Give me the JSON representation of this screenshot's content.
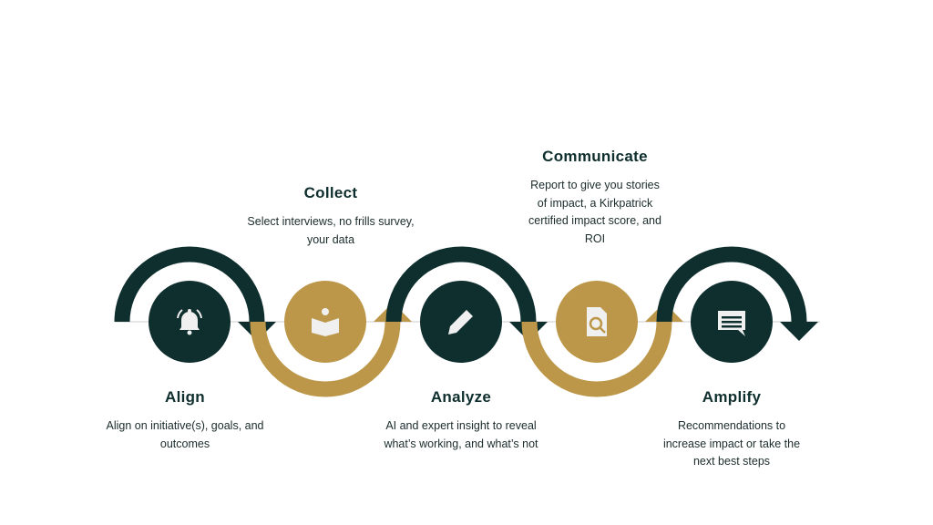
{
  "colors": {
    "dark": "#0f2e2e",
    "gold": "#bc9749",
    "icon": "#f0f0f0",
    "line": "#dddddd"
  },
  "steps": [
    {
      "title": "Align",
      "description": "Align on initiative(s), goals, and outcomes",
      "icon": "bell-icon",
      "color": "dark"
    },
    {
      "title": "Collect",
      "description": "Select interviews, no frills survey, your data",
      "icon": "reading-person-icon",
      "color": "gold"
    },
    {
      "title": "Analyze",
      "description": "AI and expert insight to reveal what’s working, and what’s not",
      "icon": "pencil-icon",
      "color": "dark"
    },
    {
      "title": "Communicate",
      "description": "Report to give you stories of impact, a Kirkpatrick certified impact score, and ROI",
      "icon": "document-search-icon",
      "color": "gold"
    },
    {
      "title": "Amplify",
      "description": "Recommendations to increase impact or take the next best steps",
      "icon": "chat-message-icon",
      "color": "dark"
    }
  ]
}
